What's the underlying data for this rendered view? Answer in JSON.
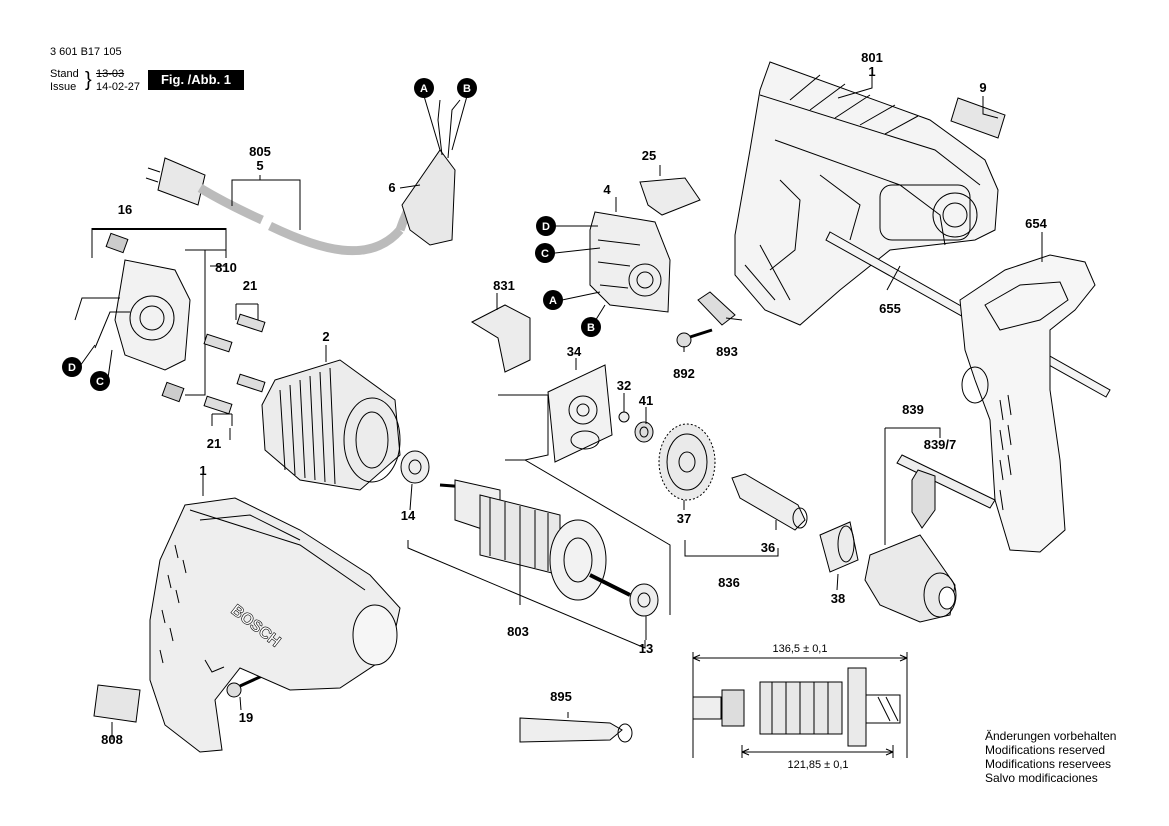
{
  "header": {
    "doc_number": "3 601 B17 105",
    "stand_label": "Stand",
    "issue_label": "Issue",
    "stand_value": "13-03",
    "issue_value": "14-02-27",
    "figure": "Fig. /Abb. 1"
  },
  "callouts": {
    "c801": "801",
    "c1_top": "1",
    "c9": "9",
    "c654": "654",
    "c655": "655",
    "c805": "805",
    "c5": "5",
    "c6": "6",
    "c16": "16",
    "c810": "810",
    "c21_top": "21",
    "c21_bot": "21",
    "c2": "2",
    "c4": "4",
    "c25": "25",
    "c831": "831",
    "c34": "34",
    "c32": "32",
    "c41": "41",
    "c892": "892",
    "c893": "893",
    "c839": "839",
    "c839_7": "839/7",
    "c14": "14",
    "c37": "37",
    "c36": "36",
    "c836": "836",
    "c38": "38",
    "c803": "803",
    "c13": "13",
    "c1_bot": "1",
    "c19": "19",
    "c808": "808",
    "c895": "895"
  },
  "pins": {
    "a_top": "A",
    "b_top": "B",
    "d_sw": "D",
    "c_sw": "C",
    "a_sw": "A",
    "b_sw": "B",
    "d_left": "D",
    "c_left": "C"
  },
  "dimensions": {
    "top": "136,5 ± 0,1",
    "bottom": "121,85 ± 0,1"
  },
  "housing_brand": "BOSCH",
  "footer": {
    "line1": "Änderungen vorbehalten",
    "line2": "Modifications reserved",
    "line3": "Modifications reservees",
    "line4": "Salvo modificaciones"
  }
}
